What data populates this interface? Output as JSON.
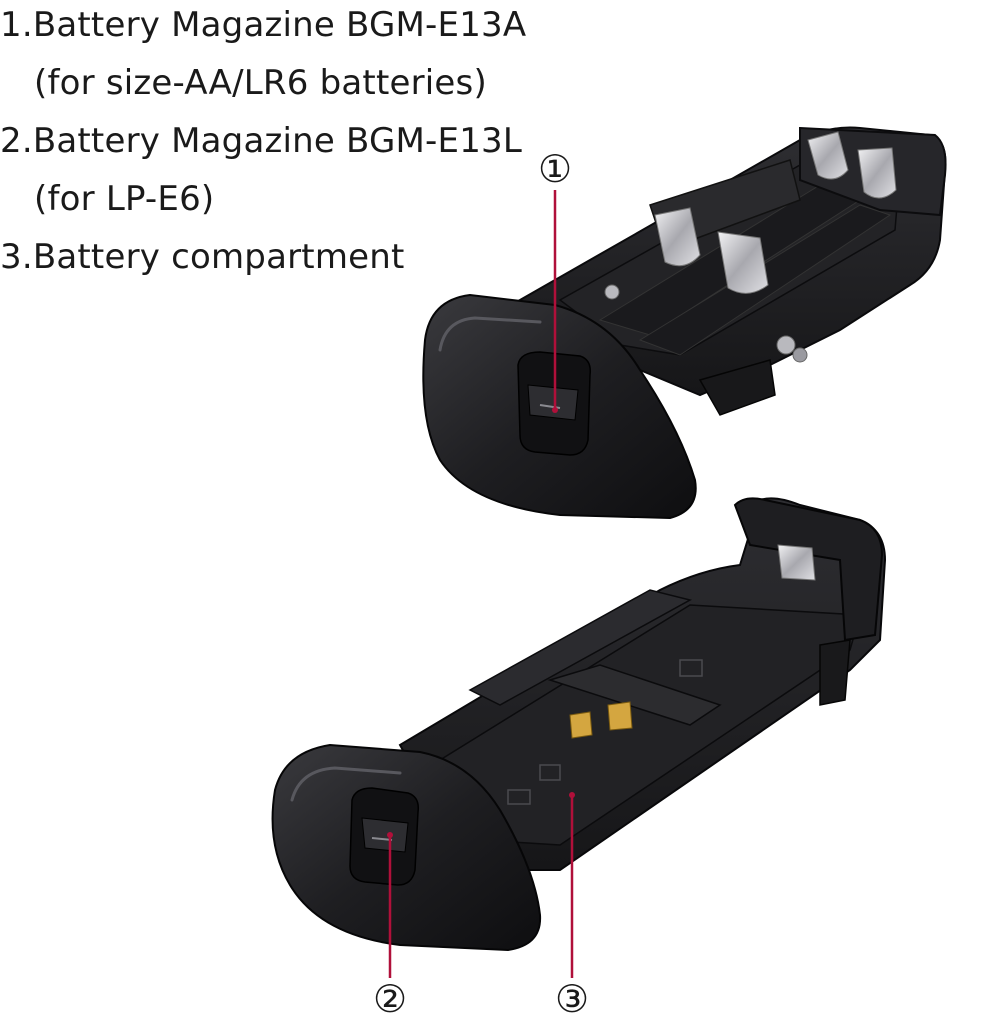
{
  "legend": {
    "item1_title": "1.Battery Magazine BGM-E13A",
    "item1_sub": "(for size-AA/LR6 batteries)",
    "item2_title": "2.Battery Magazine BGM-E13L",
    "item2_sub": "(for LP-E6)",
    "item3_title": "3.Battery compartment"
  },
  "callouts": {
    "one": "①",
    "two": "②",
    "three": "③"
  },
  "colors": {
    "product_body": "#1c1c1e",
    "product_shade": "#2c2c2f",
    "product_highlight": "#4a4a4f",
    "metal_contacts": "#c8c8cc",
    "callout_line": "#b0103a",
    "text": "#1a1a1a"
  },
  "icons": {
    "magazine_aa": "battery-magazine-aa-icon",
    "magazine_lpe6": "battery-magazine-lpe6-icon"
  }
}
